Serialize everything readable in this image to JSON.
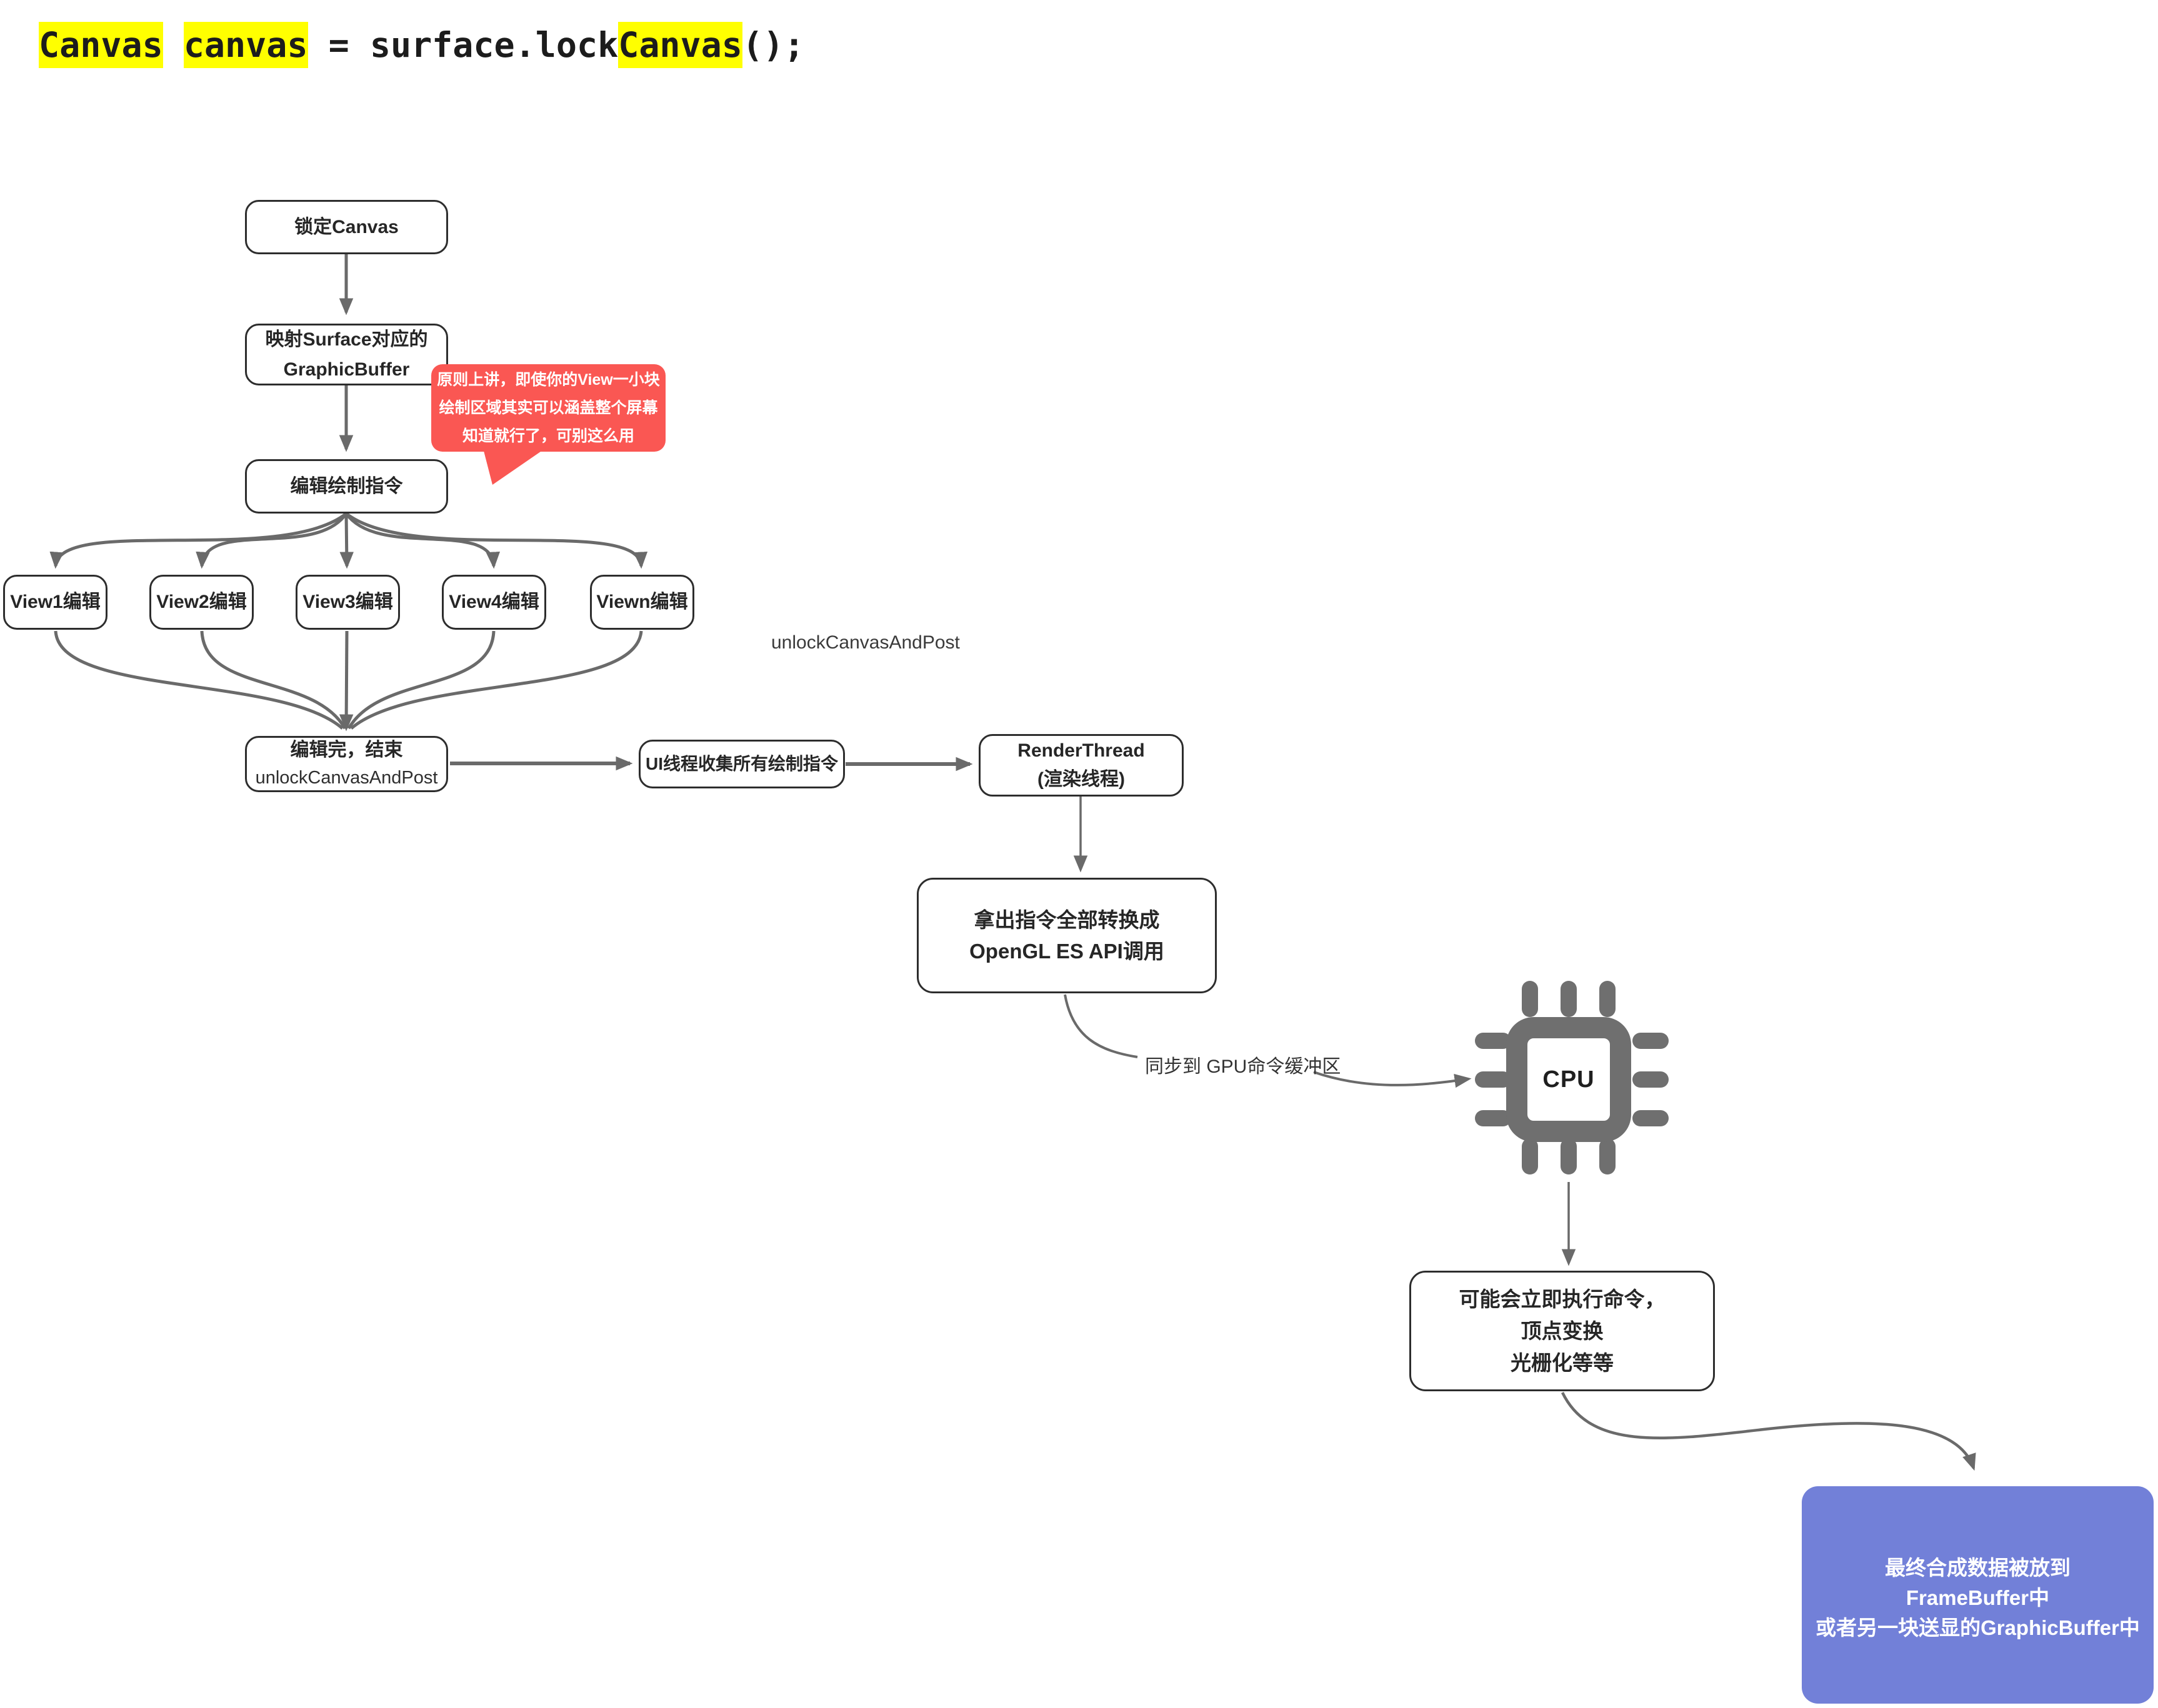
{
  "code": {
    "t1": "Canvas",
    "t2": " ",
    "t3": "canvas",
    "t4": " = surface.lock",
    "t5": "Canvas",
    "t6": "();"
  },
  "flow": {
    "lock_canvas": "锁定Canvas",
    "map_surface_l1": "映射Surface对应的",
    "map_surface_l2": "GraphicBuffer",
    "edit_commands": "编辑绘制指令",
    "views": [
      "View1编辑",
      "View2编辑",
      "View3编辑",
      "View4编辑",
      "Viewn编辑"
    ],
    "finish_l1": "编辑完，结束",
    "finish_l2": "unlockCanvasAndPost",
    "standalone_unlock": "unlockCanvasAndPost",
    "ui_collect": "UI线程收集所有绘制指令",
    "render_thread_l1": "RenderThread",
    "render_thread_l2": "(渲染线程)",
    "convert_l1": "拿出指令全部转换成",
    "convert_l2": "OpenGL ES API调用",
    "sync_label": "同步到 GPU命令缓冲区",
    "cpu_label": "CPU",
    "execute_l1": "可能会立即执行命令，",
    "execute_l2": "顶点变换",
    "execute_l3": "光栅化等等",
    "result_l1": "最终合成数据被放到",
    "result_l2": "FrameBuffer中",
    "result_l3": "或者另一块送显的GraphicBuffer中"
  },
  "callout": {
    "l1": "原则上讲，即使你的View一小块",
    "l2": "绘制区域其实可以涵盖整个屏幕",
    "l3": "知道就行了，可别这么用"
  },
  "colors": {
    "highlight_yellow": "#ffff00",
    "callout_red": "#fa5753",
    "result_purple": "#7280d8",
    "connector_gray": "#6a6a6a",
    "chip_gray": "#6f6f6f",
    "box_border": "#2d2d2d"
  }
}
